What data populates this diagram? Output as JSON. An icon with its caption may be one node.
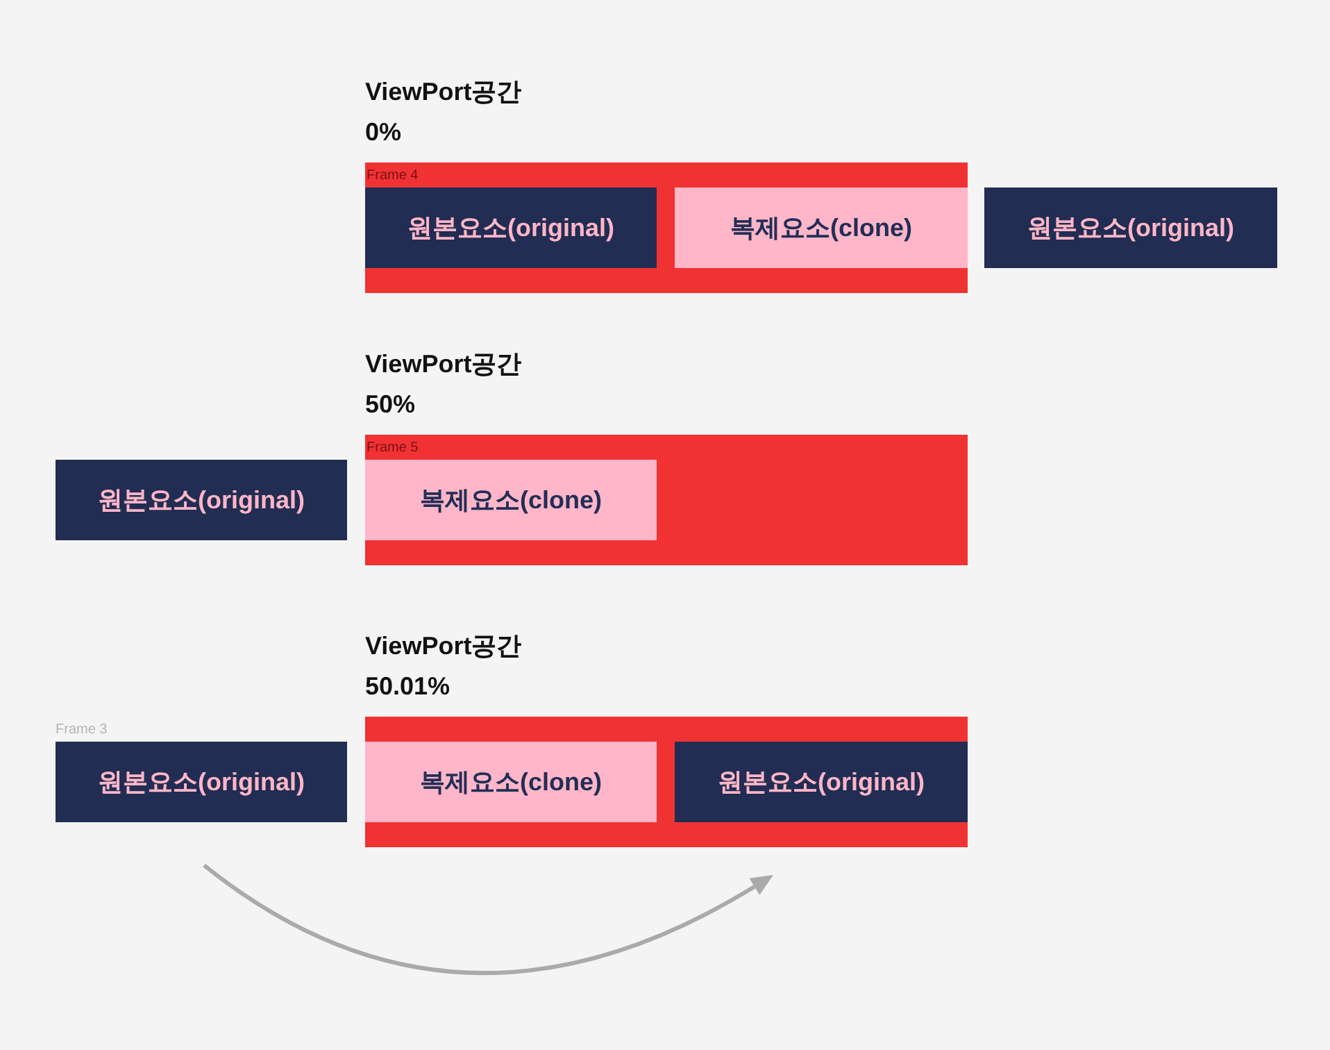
{
  "diagram": {
    "nodes": [
      {
        "text": [
          "ViewPort공간",
          "0%",
          "Frame 4"
        ]
      },
      {
        "text": [
          "원본요소(original)"
        ],
        "in": 0
      },
      {
        "text": [
          "복제요소(clone)"
        ],
        "in": 0
      },
      {
        "text": [
          "원본요소(original)"
        ]
      },
      {
        "text": [
          "ViewPort공간",
          "50%",
          "Frame 5"
        ]
      },
      {
        "text": [
          "원본요소(original)"
        ]
      },
      {
        "text": [
          "복제요소(clone)"
        ],
        "in": 4
      },
      {
        "text": [
          "ViewPort공간",
          "50.01%"
        ]
      },
      {
        "text": [
          "원본요소(original)"
        ]
      },
      {
        "text": [
          "복제요소(clone)"
        ],
        "in": 7
      },
      {
        "text": [
          "원본요소(original)"
        ],
        "in": 7
      }
    ],
    "labels": [
      "Frame 3"
    ]
  }
}
